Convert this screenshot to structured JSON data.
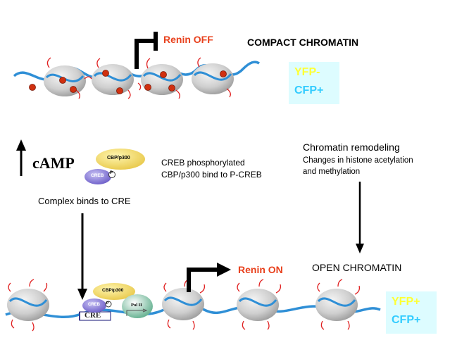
{
  "top": {
    "renin_label": "Renin OFF",
    "chromatin_label": "COMPACT CHROMATIN",
    "reporter_yfp": "YFP-",
    "reporter_cfp": "CFP+"
  },
  "middle": {
    "camp_label": "cAMP",
    "cbp_label": "CBP/p300",
    "creb_label": "CREB",
    "phospho_label": "P",
    "creb_text_line1": "CREB phosphorylated",
    "creb_text_line2": "CBP/p300 bind to P-CREB",
    "complex_text": "Complex binds to CRE",
    "remodel_title": "Chromatin remodeling",
    "remodel_line1": "Changes in histone acetylation",
    "remodel_line2": "and methylation"
  },
  "bottom": {
    "renin_label": "Renin ON",
    "chromatin_label": "OPEN CHROMATIN",
    "cbp_label": "CBP/p300",
    "creb_label": "CREB",
    "phospho_label": "P",
    "pol_label": "Pol II",
    "cre_label": "CRE",
    "reporter_yfp": "YFP+",
    "reporter_cfp": "CFP+"
  },
  "colors": {
    "dna": "#2f8fd6",
    "nucleosome": "#c8c8c8",
    "tail": "#e02020",
    "methyl": "#d03010",
    "renin_text": "#e8401c",
    "reporter_box": "#ddfcff",
    "yfp": "#ffff33",
    "cfp": "#33ccff",
    "cbp": "#f7dc6f",
    "creb": "#8e7fd6",
    "pol": "#7fc9a5"
  }
}
